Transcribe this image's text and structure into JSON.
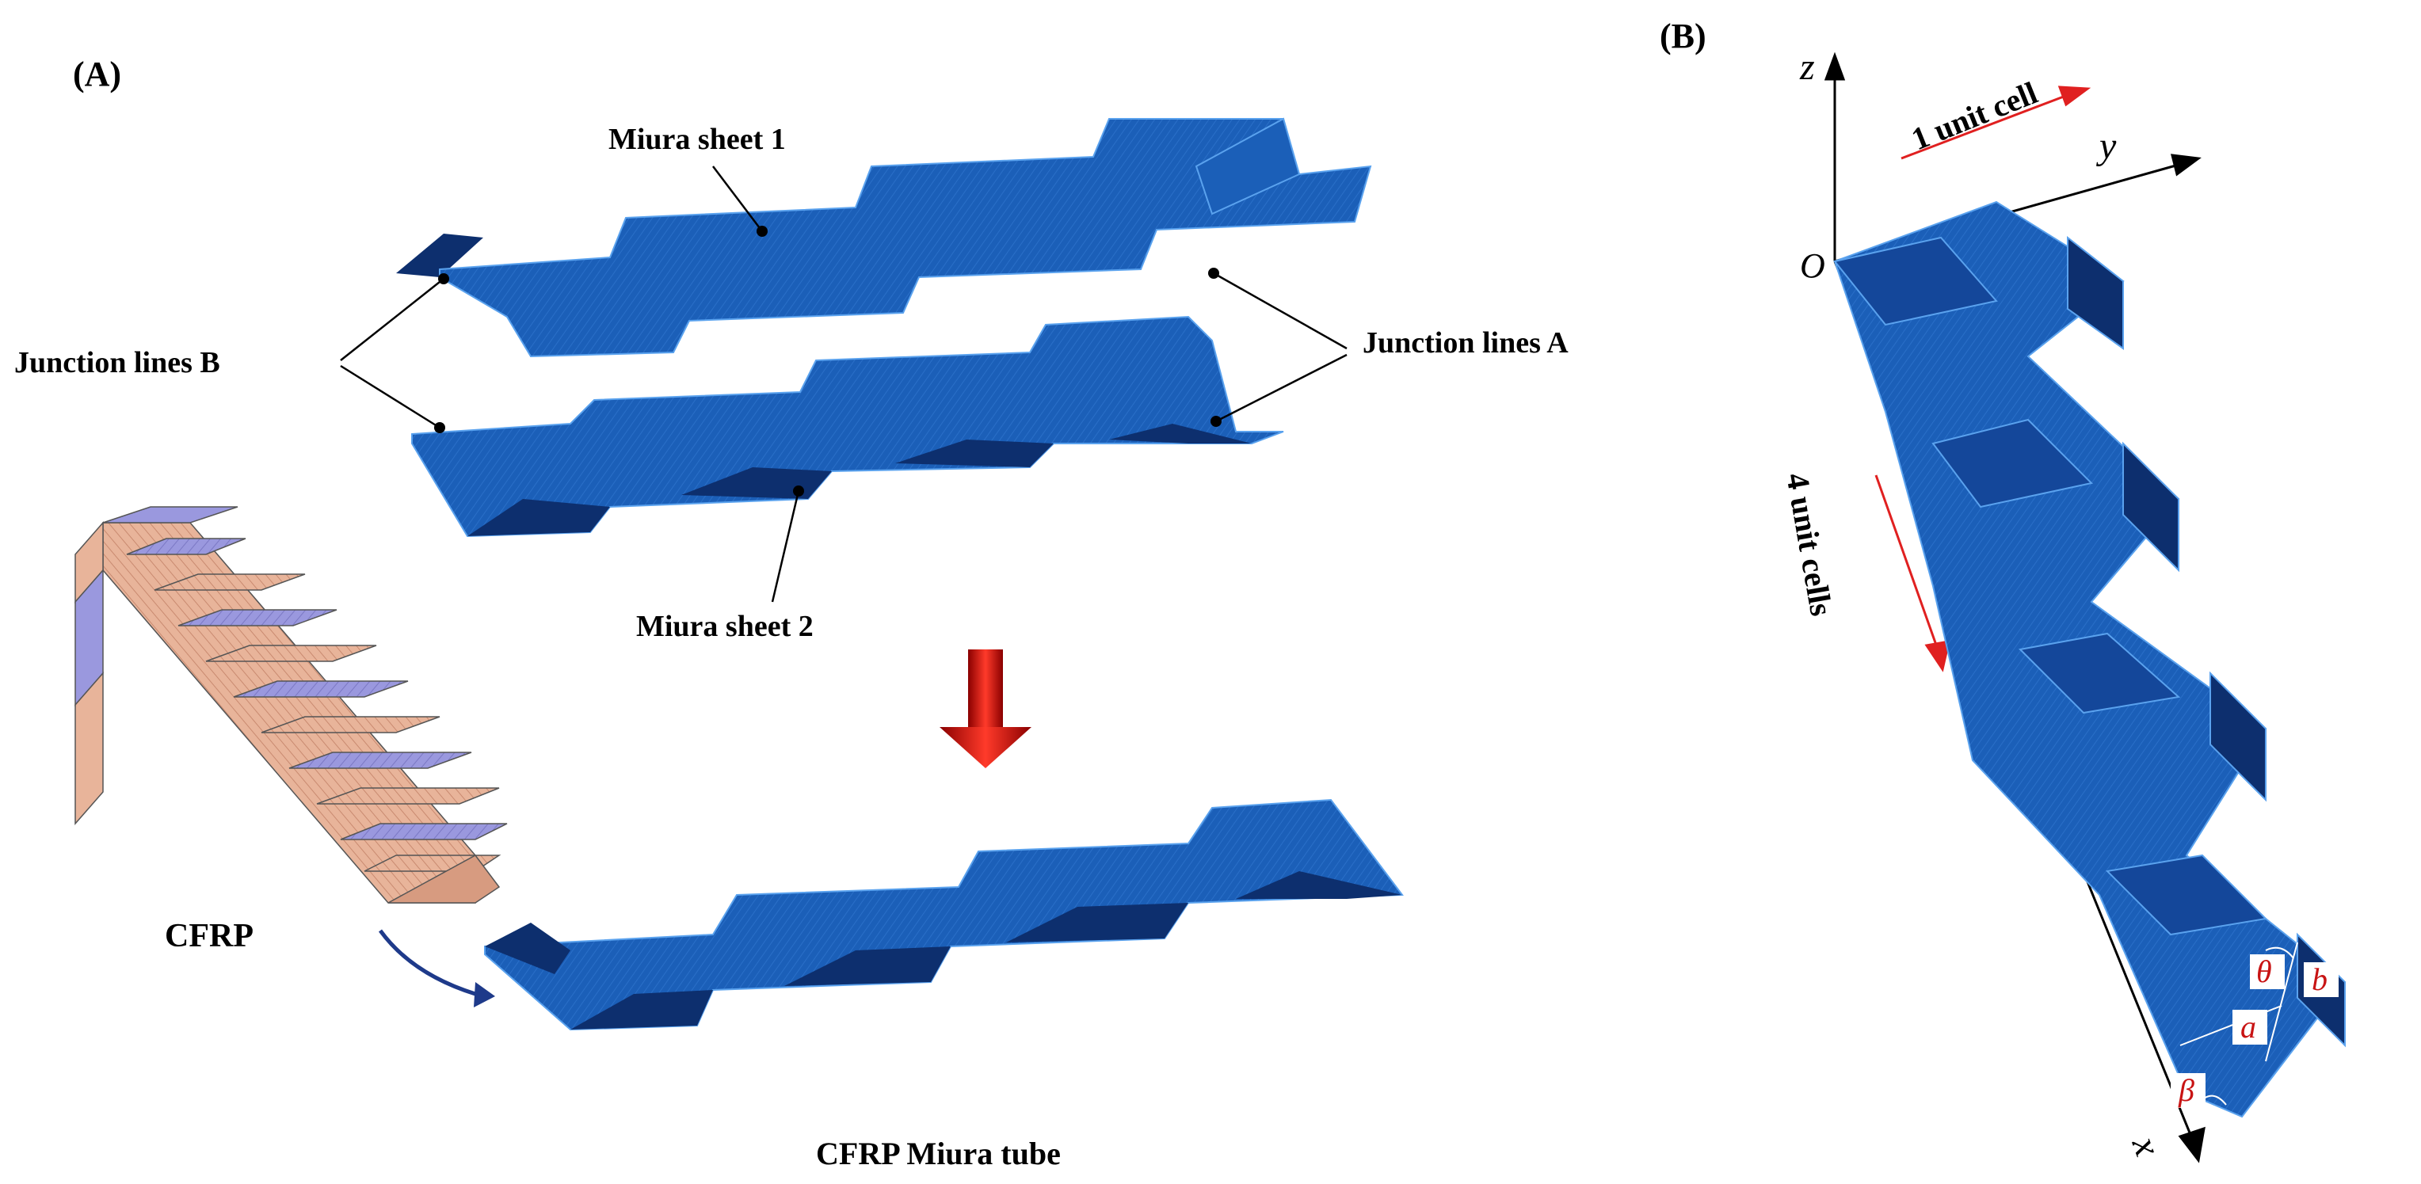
{
  "panel_a": {
    "label": "(A)",
    "sheet1_label": "Miura sheet 1",
    "sheet2_label": "Miura sheet 2",
    "junction_b_label": "Junction lines B",
    "junction_a_label": "Junction lines A",
    "material_label": "CFRP",
    "tube_label": "CFRP Miura tube"
  },
  "panel_b": {
    "label": "(B)",
    "axis_z": "z",
    "axis_y": "y",
    "axis_x": "x",
    "origin": "O",
    "unit_cell_label": "1 unit cell",
    "unit_cells_label": "4 unit cells",
    "param_theta": "θ",
    "param_a": "a",
    "param_b": "b",
    "param_beta": "β"
  },
  "colors": {
    "face_light": "#1b5fb8",
    "face_dark": "#0d2f6e",
    "face_mid": "#14479a",
    "edge": "#5aa2ee",
    "arrow_red": "#e02020",
    "param_red": "#c81414",
    "cfrp_tan": "#e8b49a",
    "cfrp_purple": "#8f8cd8"
  }
}
